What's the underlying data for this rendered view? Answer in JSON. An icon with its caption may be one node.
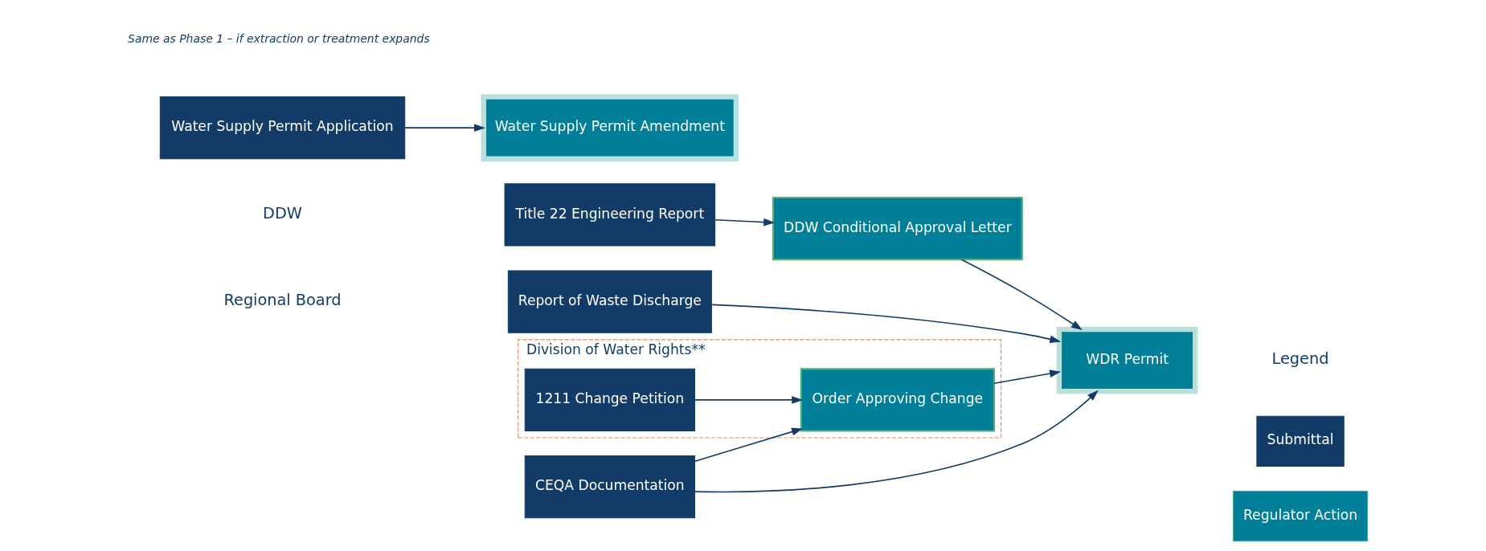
{
  "diagram": {
    "nodes": [
      {
        "text": [
          "Title 22 Engineering Report"
        ]
      },
      {
        "text": [
          "DDW Conditional Approval Letter"
        ]
      },
      {
        "text": [
          "Report of Waste Discharge"
        ]
      },
      {
        "text": [
          "WDR Permit"
        ]
      },
      {
        "text": [
          "Division of Water Rights**"
        ]
      },
      {
        "text": [
          "1211 Change Petition"
        ],
        "in": 4
      },
      {
        "text": [
          "Order Approving Change"
        ],
        "in": 4
      },
      {
        "text": [
          "CEQA Documentation"
        ]
      },
      {
        "text": [
          "Water Supply Permit Application"
        ]
      },
      {
        "text": [
          "Water Supply Permit Amendment"
        ]
      }
    ],
    "edges": [
      {
        "from": 0,
        "to": 1,
        "arrow": "to"
      },
      {
        "from": 1,
        "to": 3,
        "arrow": "to"
      },
      {
        "from": 2,
        "to": 3,
        "arrow": "to"
      },
      {
        "from": 6,
        "to": 3,
        "arrow": "to"
      },
      {
        "from": 7,
        "to": 3,
        "arrow": "to"
      },
      {
        "from": 5,
        "to": 6,
        "arrow": "to"
      },
      {
        "from": 7,
        "to": 6,
        "arrow": "to"
      },
      {
        "from": 8,
        "to": 9,
        "arrow": "to"
      }
    ],
    "labels": [
      "Same as Phase 1 – if extraction or treatment expands",
      "DDW",
      "Regional Board",
      "Legend"
    ],
    "legend": [
      {
        "text": "Submittal",
        "color": "#123b67"
      },
      {
        "text": "Regulator Action",
        "color": "#017e98"
      }
    ]
  }
}
